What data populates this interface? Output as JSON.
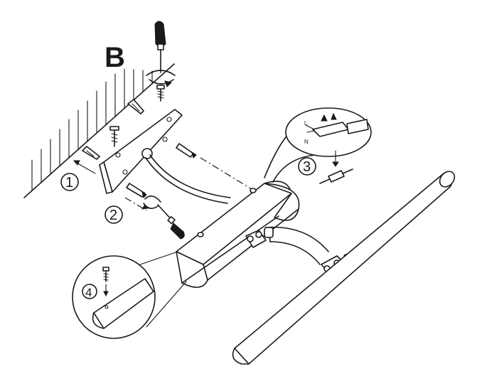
{
  "wall_label": "B",
  "steps": [
    {
      "number": "1"
    },
    {
      "number": "2"
    },
    {
      "number": "3"
    },
    {
      "number": "4"
    }
  ],
  "wiring_detail": {
    "terminal_labels": [
      "L",
      "N"
    ]
  }
}
